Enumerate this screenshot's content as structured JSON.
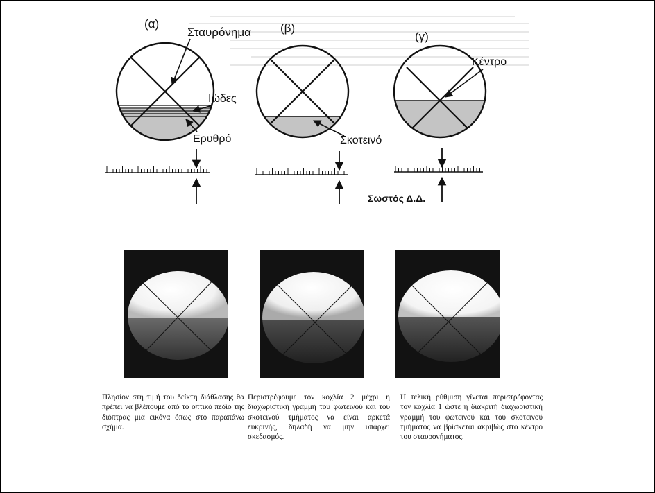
{
  "diagram": {
    "panel_labels": [
      "(α)",
      "(β)",
      "(γ)"
    ],
    "annotations": {
      "crosshair": "Σταυρόνημα",
      "iridescent": "Ιώδες",
      "red": "Ερυθρό",
      "dark": "Σκοτεινό",
      "center": "Κέντρο",
      "correct_index": "Σωστός Δ.Δ."
    }
  },
  "photos": [
    {
      "name": "eyepiece-photo-1"
    },
    {
      "name": "eyepiece-photo-2"
    },
    {
      "name": "eyepiece-photo-3"
    }
  ],
  "captions": [
    "Πλησίον στη τιμή του δείκτη διάθλασης θα πρέπει να βλέπουμε από το οπτικό πεδίο της διόπτρας μια εικόνα όπως στο παραπάνω σχήμα.",
    "Περιστρέφουμε τον κοχλία 2 μέχρι η διαχωριστική γραμμή του φωτεινού και του σκοτεινού τμήματος να είναι αρκετά ευκρινής, δηλαδή να μην υπάρχει σκεδασμός.",
    "Η τελική ρύθμιση γίνεται περιστρέφοντας τον κοχλία 1 ώστε η διακριτή διαχωριστική γραμμή του φωτεινού και του σκοτεινού τμήματος να βρίσκεται ακριβώς στο κέντρο του σταυρονήματος."
  ]
}
